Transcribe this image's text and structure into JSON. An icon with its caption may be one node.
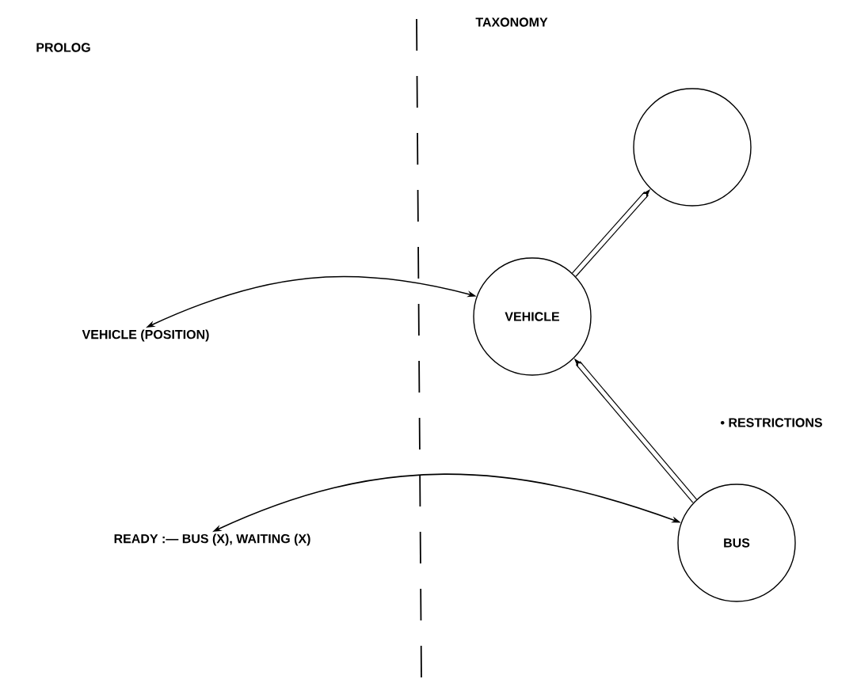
{
  "diagram": {
    "nodes": [
      {
        "text": [
          "VEHICLE (POSITION)"
        ]
      },
      {
        "text": [
          "READY :— BUS (X), WAITING (X)"
        ]
      },
      {
        "text": [],
        "shape": "circle"
      },
      {
        "text": [
          "VEHICLE"
        ]
      },
      {
        "text": [
          "BUS"
        ]
      }
    ],
    "edges": [
      {
        "from": 0,
        "to": 3,
        "arrow": "both"
      },
      {
        "from": 1,
        "to": 4,
        "arrow": "both"
      },
      {
        "from": 3,
        "to": 2,
        "arrow": "to",
        "style": "thick"
      },
      {
        "from": 4,
        "to": 3,
        "arrow": "to",
        "style": "thick"
      }
    ],
    "labels": [
      "PROLOG",
      "TAXONOMY",
      "• RESTRICTIONS"
    ]
  }
}
